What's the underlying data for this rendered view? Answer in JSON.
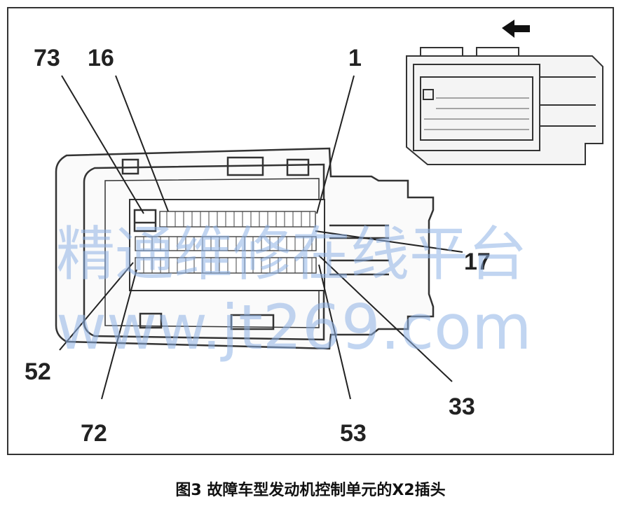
{
  "caption": "图3 故障车型发动机控制单元的X2插头",
  "pin_labels": {
    "p73": "73",
    "p16": "16",
    "p1": "1",
    "p17": "17",
    "p52": "52",
    "p72": "72",
    "p53": "53",
    "p33": "33"
  },
  "watermark": {
    "line1": "精通维修在线平台",
    "line2": "www.jt269.com"
  },
  "icons": {
    "direction": "arrow-left-icon"
  },
  "colors": {
    "line": "#333333",
    "watermark": "#8fb3e6"
  }
}
